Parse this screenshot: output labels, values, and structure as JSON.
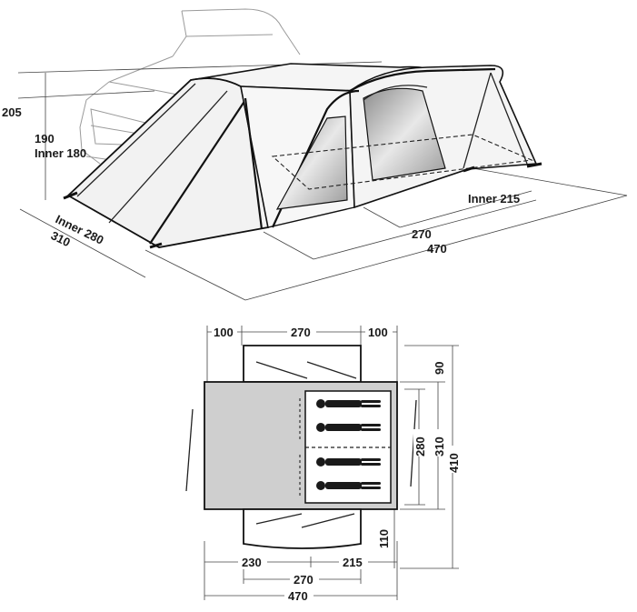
{
  "side_view": {
    "height_total": "205",
    "height_tent": "190",
    "height_inner": "Inner 180",
    "depth_inner": "Inner 280",
    "depth_total": "310",
    "annex_inner": "Inner 215",
    "length_main": "270",
    "length_total": "470"
  },
  "floor_plan": {
    "top_left": "100",
    "top_mid": "270",
    "top_right": "100",
    "right_top": "90",
    "right_inner": "280",
    "right_mid": "310",
    "right_total": "410",
    "right_bottom": "110",
    "bottom_left": "230",
    "bottom_right": "215",
    "bottom_mid": "270",
    "bottom_total": "470"
  },
  "colors": {
    "floor_fill": "#cfcfcf",
    "window_fill": "#b9b9b9",
    "line": "#111111"
  }
}
